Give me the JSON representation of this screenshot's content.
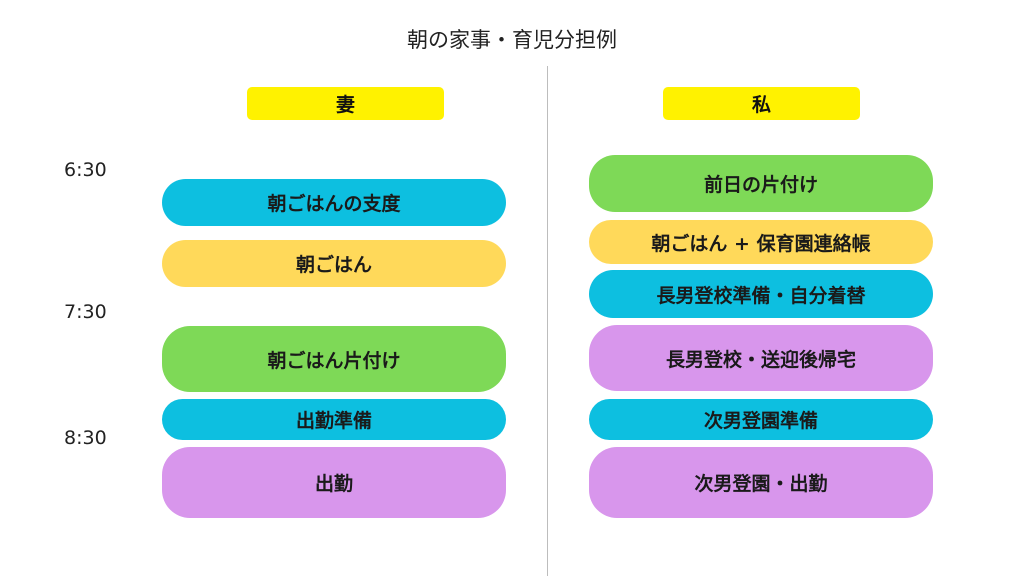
{
  "title": "朝の家事・育児分担例",
  "colors": {
    "header": "#fff200",
    "cyan": "#0dbfe0",
    "yellow": "#ffd95a",
    "green": "#7ed957",
    "purple": "#d896ec"
  },
  "columns": {
    "wife": {
      "label": "妻"
    },
    "me": {
      "label": "私"
    }
  },
  "times": [
    "6:30",
    "7:30",
    "8:30"
  ],
  "wife_tasks": [
    {
      "label": "朝ごはんの支度",
      "color": "cyan"
    },
    {
      "label": "朝ごはん",
      "color": "yellow"
    },
    {
      "label": "朝ごはん片付け",
      "color": "green"
    },
    {
      "label": "出勤準備",
      "color": "cyan"
    },
    {
      "label": "出勤",
      "color": "purple"
    }
  ],
  "my_tasks": [
    {
      "label": "前日の片付け",
      "color": "green"
    },
    {
      "label": "朝ごはん + 保育園連絡帳",
      "color": "yellow"
    },
    {
      "label": "長男登校準備・自分着替",
      "color": "cyan"
    },
    {
      "label": "長男登校・送迎後帰宅",
      "color": "purple"
    },
    {
      "label": "次男登園準備",
      "color": "cyan"
    },
    {
      "label": "次男登園・出勤",
      "color": "purple"
    }
  ]
}
